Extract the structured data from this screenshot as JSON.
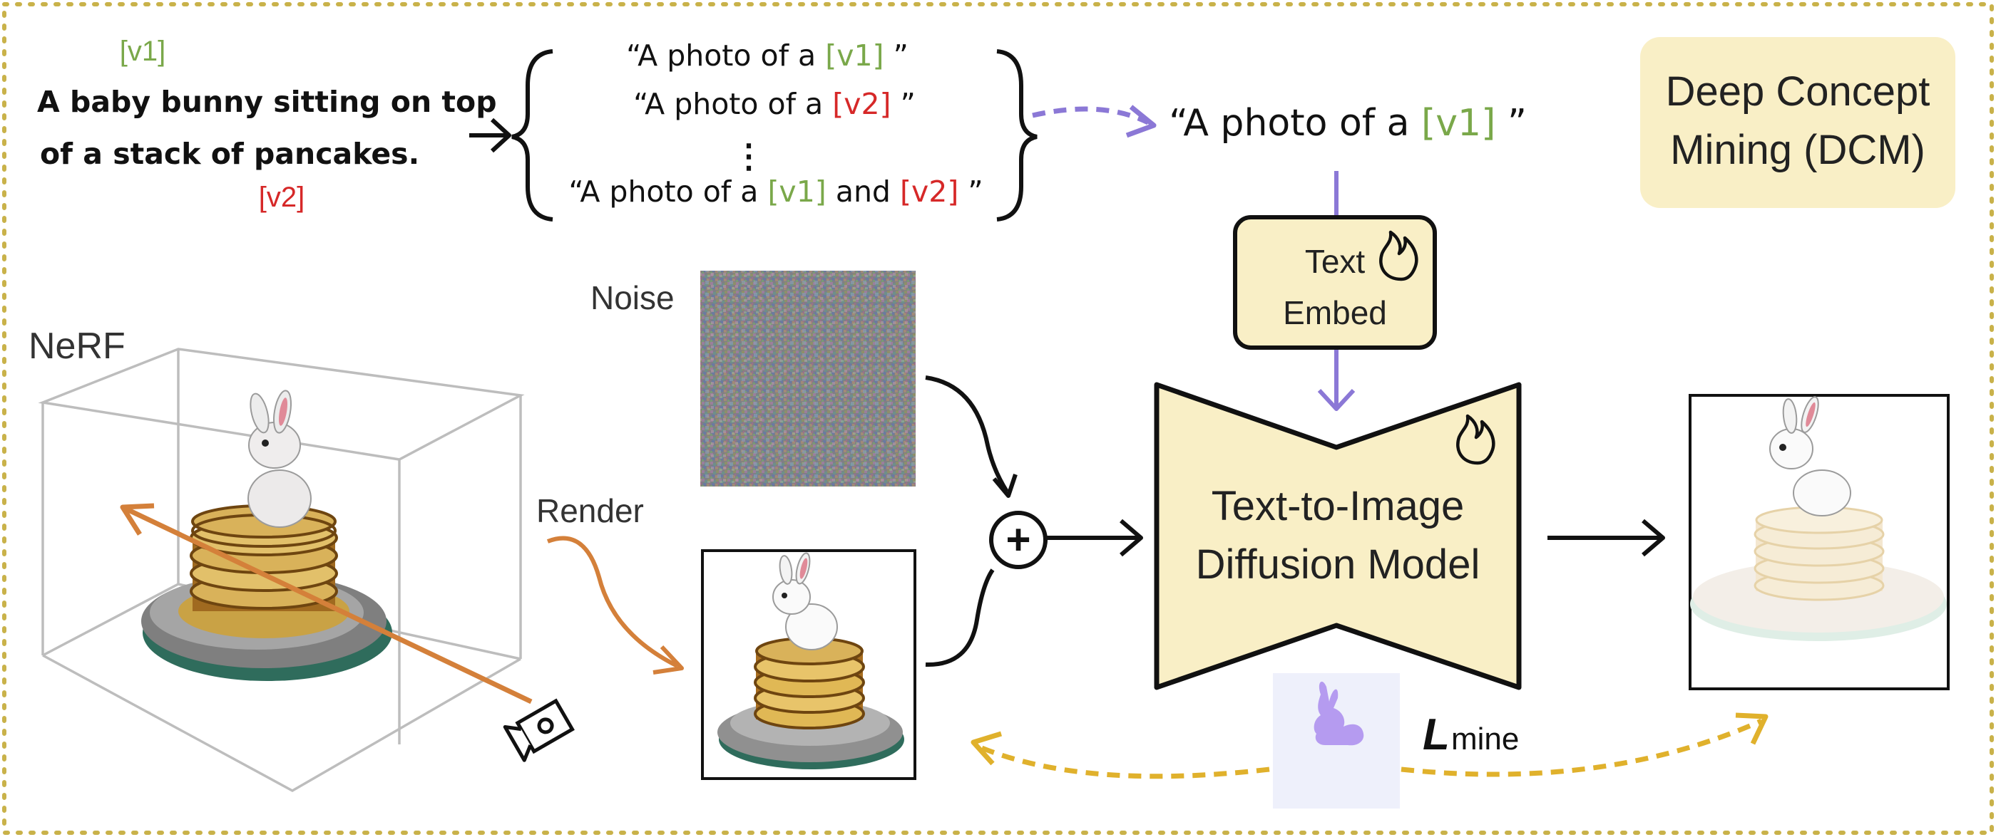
{
  "colors": {
    "v1": "#7aa84a",
    "v2": "#d62828",
    "border_dotted": "#c9b24a",
    "module_fill": "#f9efc6",
    "purple_arrow": "#8b78d6",
    "orange_arrow": "#d4803a",
    "loss_arrow": "#e0b12c",
    "bunny_bg": "#eef0fb",
    "bunny": "#b59bf0"
  },
  "prompt": {
    "tag_v1": "[v1]",
    "line1": "A baby bunny sitting on top",
    "line2": "of a stack of pancakes.",
    "tag_v2": "[v2]"
  },
  "template_set": {
    "item1": {
      "prefix": "“A photo of a ",
      "tag": "[v1]",
      "suffix": " ”"
    },
    "item2": {
      "prefix": "“A photo of a ",
      "tag": "[v2]",
      "suffix": " ”"
    },
    "ellipsis": "⋮",
    "item3": {
      "prefix": "“A photo of a ",
      "tag1": "[v1]",
      "mid": " and ",
      "tag2": "[v2]",
      "suffix": " ”"
    }
  },
  "selected_prompt": {
    "prefix": "“A photo of a ",
    "tag": "[v1]",
    "suffix": " ”"
  },
  "dcm_box": {
    "line1": "Deep Concept",
    "line2": "Mining (DCM)"
  },
  "text_embed": {
    "line1": "Text",
    "line2": "Embed",
    "icon": "flame-icon"
  },
  "nerf_label": "NeRF",
  "noise_label": "Noise",
  "render_label": "Render",
  "plus_symbol": "+",
  "diffusion": {
    "line1": "Text-to-Image",
    "line2": "Diffusion Model",
    "icon": "flame-icon"
  },
  "loss": {
    "symbol": "L",
    "subscript": "mine"
  }
}
